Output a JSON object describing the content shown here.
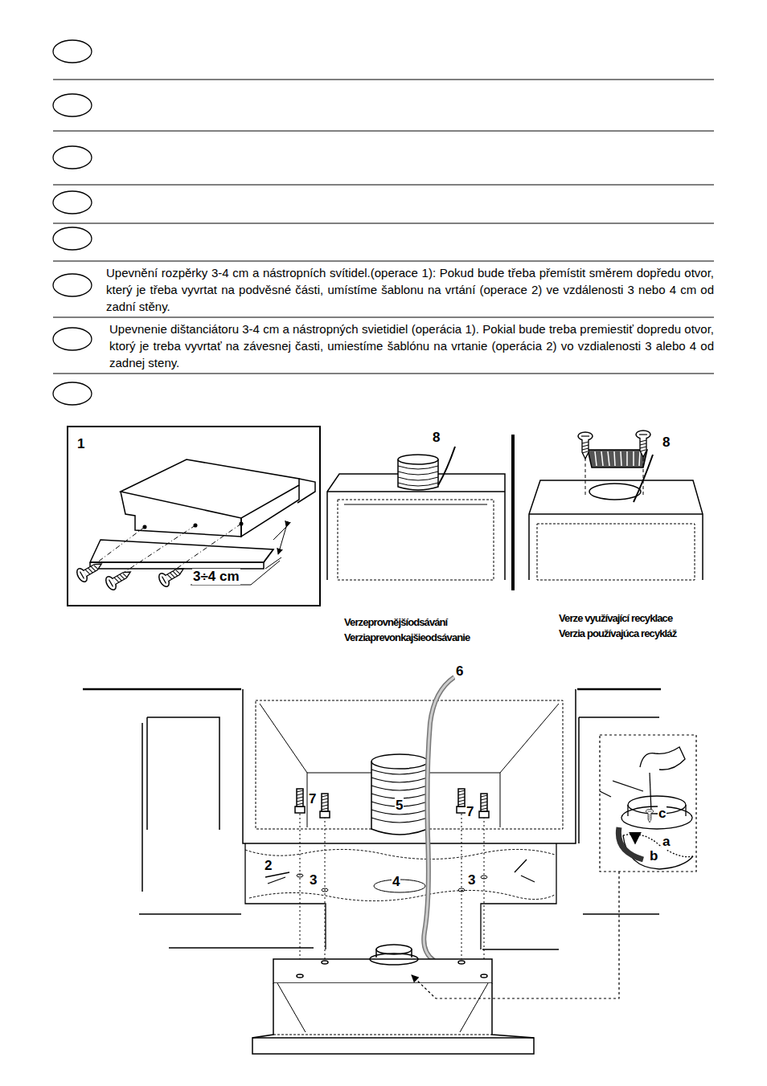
{
  "diagram": {
    "labels": [
      "Upevnění rozpěrky 3-4 cm a nástropních svítidel.(operace 1): Pokud bude třeba přemístit směrem dopředu otvor, který je třeba vyvrtat na podvěsné části, umístíme šablonu na vrtání (operace 2) ve vzdálenosti 3 nebo 4 cm od zadní stěny.",
      "Upevnenie dištanciátoru 3-4 cm a nástropných svietidiel (operácia 1). Pokial bude treba premiestiť dopredu otvor, ktorý je treba vyvrtať na závesnej časti, umiestíme šablónu na vrtanie (operácia 2) vo vzdialenosti 3 alebo 4 od zadnej steny.",
      "1",
      "3÷4 cm",
      "8",
      "8",
      "Verzeprovnějšíodsávání",
      "Verziaprevonkajšieodsávanie",
      "Verze využívající recyklace",
      "Verzia používajúca recykláž",
      "6",
      "7",
      "5",
      "7",
      "2",
      "3",
      "4",
      "3",
      "c",
      "a",
      "b"
    ]
  }
}
